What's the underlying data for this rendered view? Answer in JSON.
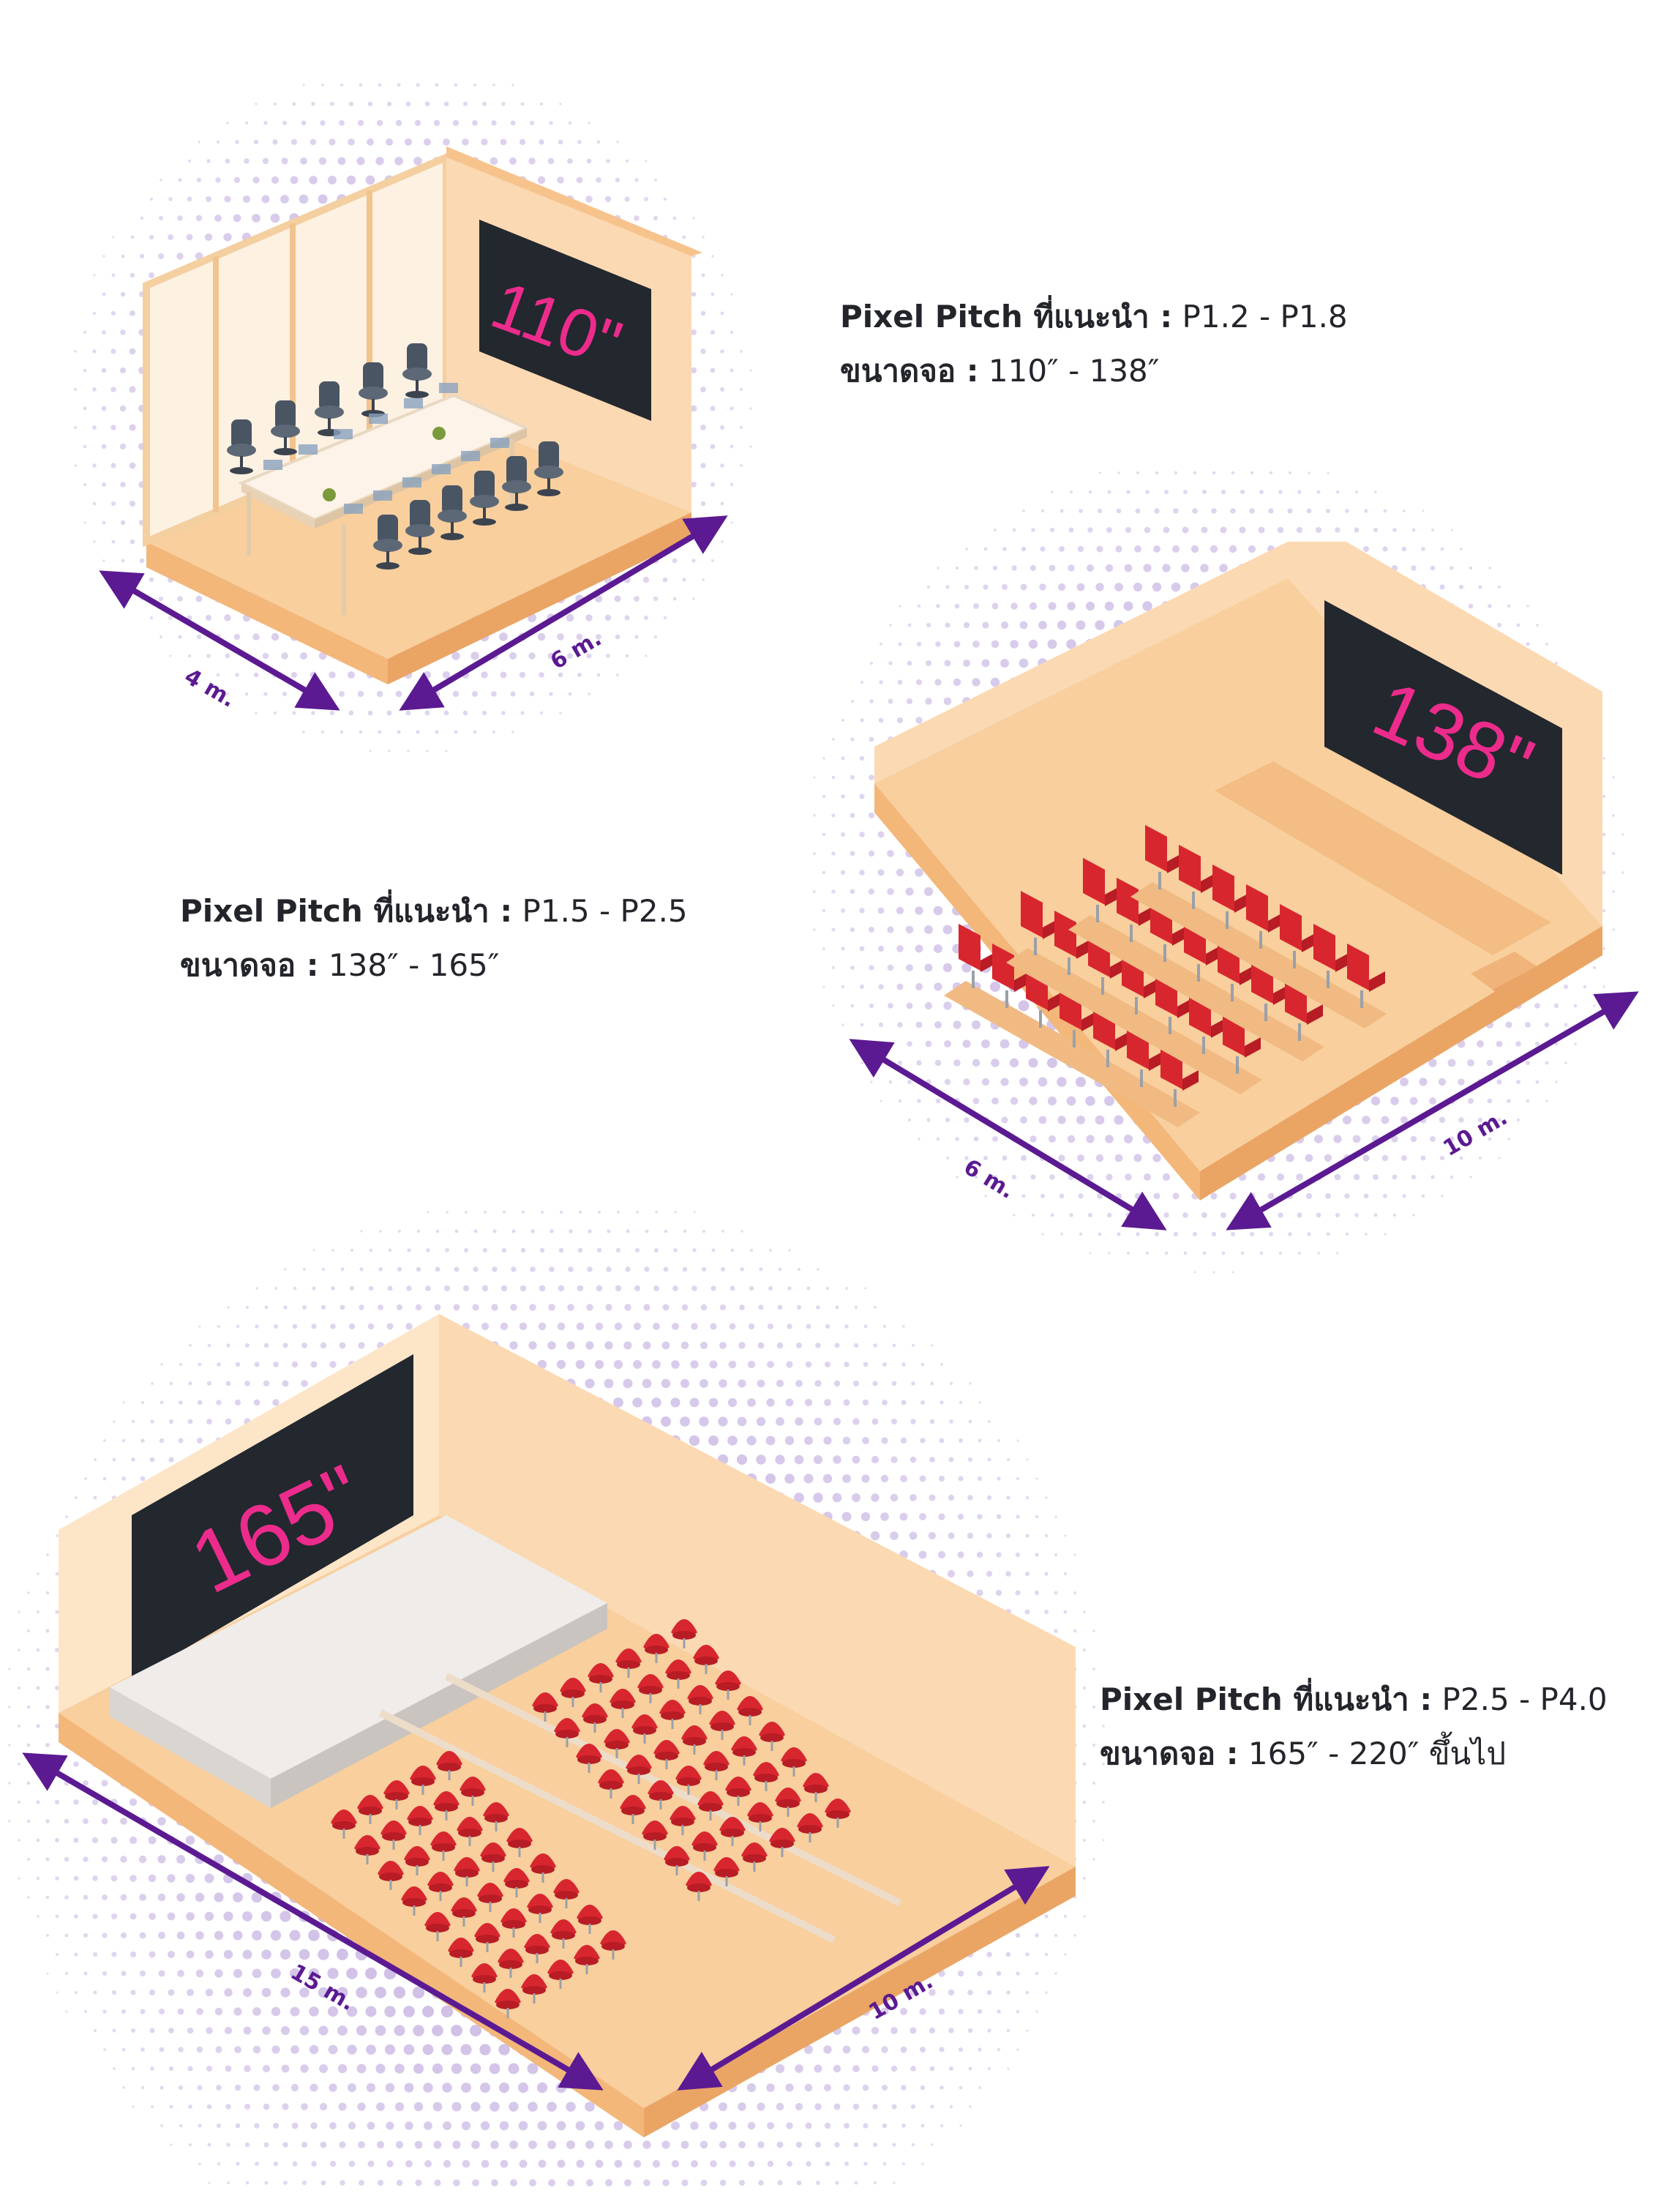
{
  "rooms": [
    {
      "id": "meeting-room",
      "screen_label": "110\"",
      "pitch_key": "Pixel Pitch ที่แนะนำ :",
      "pitch_value": "P1.2 - P1.8",
      "size_key": "ขนาดจอ :",
      "size_value": "110″ - 138″",
      "dim_width": "4 m.",
      "dim_length": "6 m."
    },
    {
      "id": "seminar-room",
      "screen_label": "138\"",
      "pitch_key": "Pixel Pitch ที่แนะนำ :",
      "pitch_value": "P1.5 - P2.5",
      "size_key": "ขนาดจอ :",
      "size_value": "138″ - 165″",
      "dim_width": "6 m.",
      "dim_length": "10 m."
    },
    {
      "id": "auditorium",
      "screen_label": "165\"",
      "pitch_key": "Pixel Pitch ที่แนะนำ :",
      "pitch_value": "P2.5 - P4.0",
      "size_key": "ขนาดจอ :",
      "size_value": "165″ - 220″ ขึ้นไป",
      "dim_width": "15 m.",
      "dim_length": "10 m."
    }
  ],
  "colors": {
    "dots": "#b49ad8",
    "arrow": "#5b1a92",
    "screen": "#23272e",
    "screen_text": "#ec2c8c",
    "wall": "#fbd9b2",
    "floor": "#f8cf9d",
    "seat": "#d8262f"
  }
}
